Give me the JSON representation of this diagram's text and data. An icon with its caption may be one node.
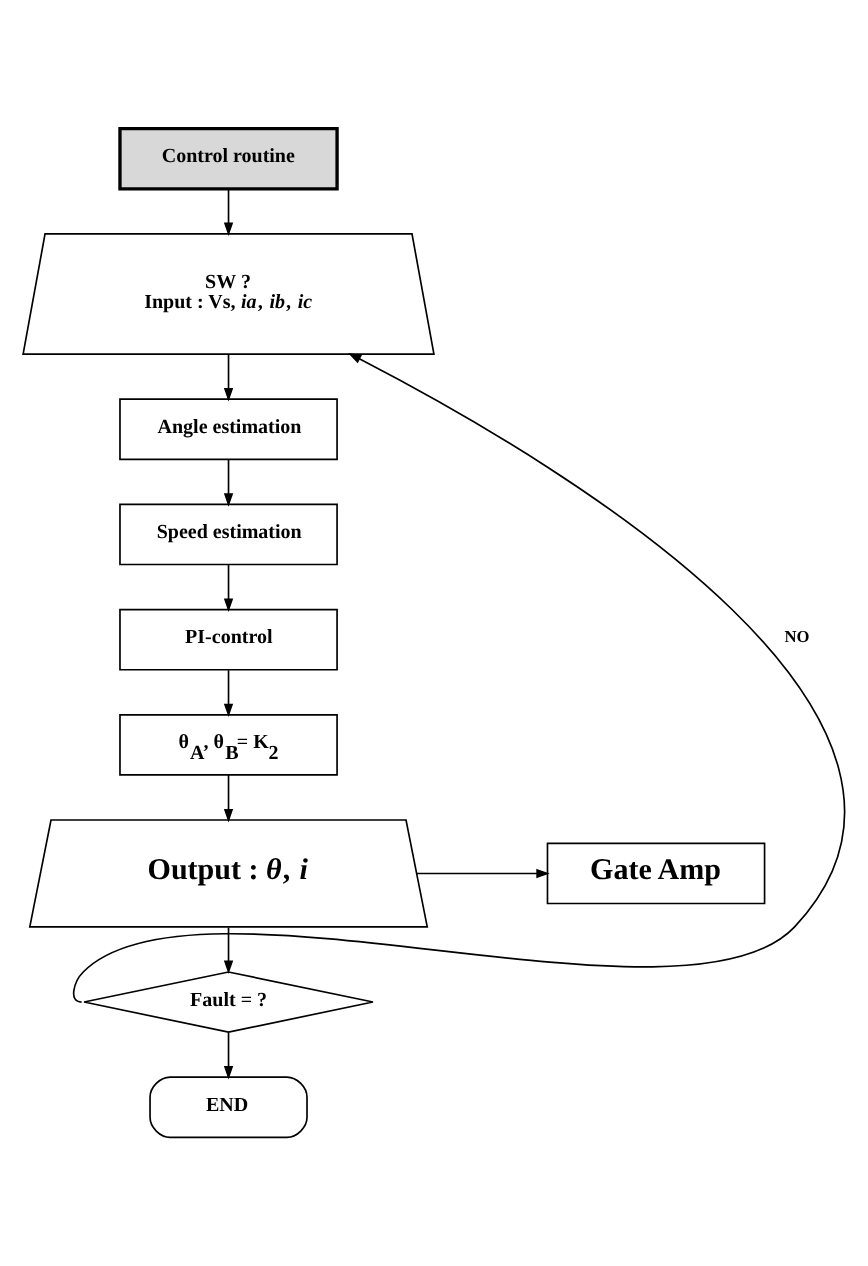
{
  "diagram": {
    "nodes": [
      {
        "text": [
          "Control routine"
        ]
      },
      {
        "text": [
          "SW ?",
          "Input : Vs, *ia*, *ib*, *ic*"
        ]
      },
      {
        "text": [
          "Angle estimation"
        ]
      },
      {
        "text": [
          "Speed estimation"
        ]
      },
      {
        "text": [
          "PI-control"
        ]
      },
      {
        "text": [
          "θ$_{A}$, θ$_{B}$= K$_{2}$"
        ]
      },
      {
        "text": [
          "Output : *θ*, *i*"
        ]
      },
      {
        "text": [
          "Gate Amp"
        ]
      },
      {
        "text": [
          "Fault = ?"
        ]
      },
      {
        "text": [
          "END"
        ]
      }
    ],
    "edges": [
      {
        "from": 0,
        "to": 1,
        "arrow": "to"
      },
      {
        "from": 1,
        "to": 2,
        "arrow": "to"
      },
      {
        "from": 2,
        "to": 3,
        "arrow": "to"
      },
      {
        "from": 3,
        "to": 4,
        "arrow": "to"
      },
      {
        "from": 4,
        "to": 5,
        "arrow": "to"
      },
      {
        "from": 5,
        "to": 6,
        "arrow": "to"
      },
      {
        "from": 6,
        "to": 7,
        "arrow": "to"
      },
      {
        "from": 6,
        "to": 8,
        "arrow": "to"
      },
      {
        "from": 8,
        "to": 1,
        "arrow": "to",
        "label": "NO"
      },
      {
        "from": 8,
        "to": 9,
        "arrow": "to"
      }
    ]
  }
}
